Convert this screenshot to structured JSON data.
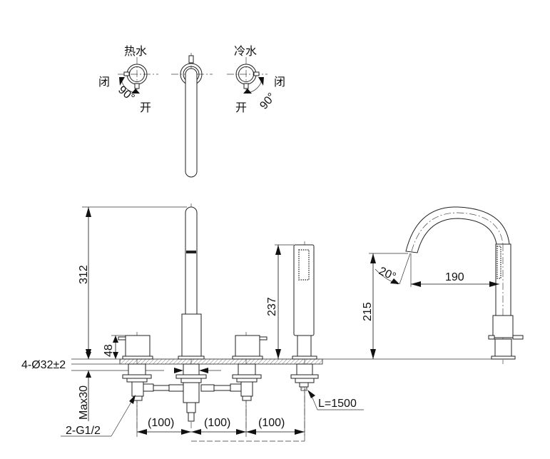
{
  "top_view": {
    "hot_label": "热水",
    "cold_label": "冷水",
    "hot_close": "闭",
    "hot_open": "开",
    "hot_angle": "90°",
    "cold_close": "闭",
    "cold_open": "开",
    "cold_angle": "90°"
  },
  "dimensions": {
    "spout_height": "312",
    "handle_height": "48",
    "hand_shower_height": "237",
    "hole_diameter": "4-Ø32±2",
    "deck_thickness": "Max30",
    "inlet_thread": "2-G1/2",
    "spacing_1": "(100)",
    "spacing_2": "(100)",
    "spacing_3": "(100)",
    "hose_length": "L=1500",
    "side_spout_height": "215",
    "side_spout_reach": "190",
    "spout_angle": "20°"
  }
}
